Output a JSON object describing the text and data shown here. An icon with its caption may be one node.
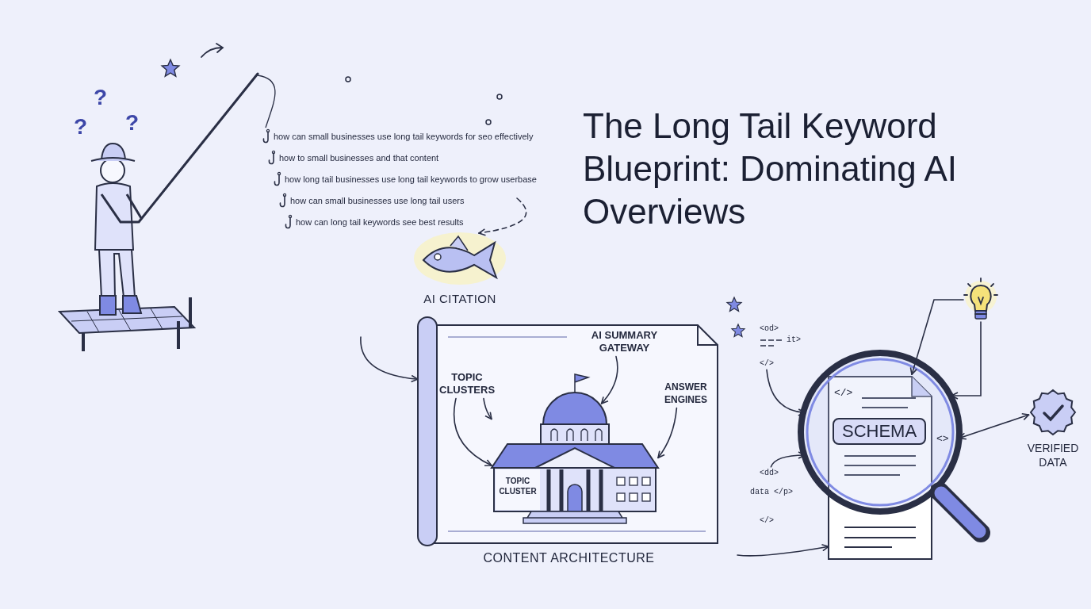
{
  "diagram": {
    "title": "The Long Tail Keyword Blueprint: Dominating AI Overviews",
    "nodes": [
      {
        "text": [],
        "shape": "person"
      },
      {
        "text": [
          "AI CITATION"
        ]
      },
      {
        "text": [
          "CONTENT ARCHITECTURE"
        ]
      },
      {
        "text": [
          "TOPIC CLUSTER"
        ],
        "in": 2
      },
      {
        "text": [
          "TOPIC CLUSTERS"
        ],
        "in": 2
      },
      {
        "text": [
          "AI SUMMARY GATEWAY"
        ],
        "in": 2
      },
      {
        "text": [
          "ANSWER ENGINES"
        ],
        "in": 2
      },
      {
        "text": [
          "</>",
          "SCHEMA",
          "<>"
        ]
      },
      {
        "text": [
          "VERIFIED DATA"
        ]
      },
      {
        "text": [],
        "shape": "picture"
      },
      {
        "text": [
          "</>"
        ]
      },
      {
        "text": [
          "<dd>"
        ]
      }
    ],
    "edges": [
      {
        "from": null,
        "to": 1,
        "arrow": "to",
        "style": "dashed"
      },
      {
        "from": null,
        "to": 2,
        "arrow": "to"
      },
      {
        "from": 4,
        "to": 3,
        "arrow": "to"
      },
      {
        "from": 4,
        "to": 3,
        "arrow": "to"
      },
      {
        "from": 5,
        "to": 3,
        "arrow": "to"
      },
      {
        "from": 6,
        "to": 3,
        "arrow": "to"
      },
      {
        "from": null,
        "to": 7,
        "arrow": "to"
      },
      {
        "from": 10,
        "to": 7,
        "arrow": "to"
      },
      {
        "from": 11,
        "to": 7,
        "arrow": "to"
      },
      {
        "from": 9,
        "to": 7,
        "arrow": "to"
      },
      {
        "from": 9,
        "to": 7,
        "arrow": "to"
      },
      {
        "from": 7,
        "to": 8,
        "arrow": "both"
      }
    ],
    "labels": [
      "?",
      "?",
      "?",
      "how can small businesses use long tail keywords for seo effectively",
      "how to small businesses and that content",
      "how long tail businesses use long tail keywords to grow userbase",
      "how can small businesses use long tail users",
      "how can long tail keywords see best results",
      "<od>",
      "it>",
      "data </p>",
      "</>"
    ]
  }
}
